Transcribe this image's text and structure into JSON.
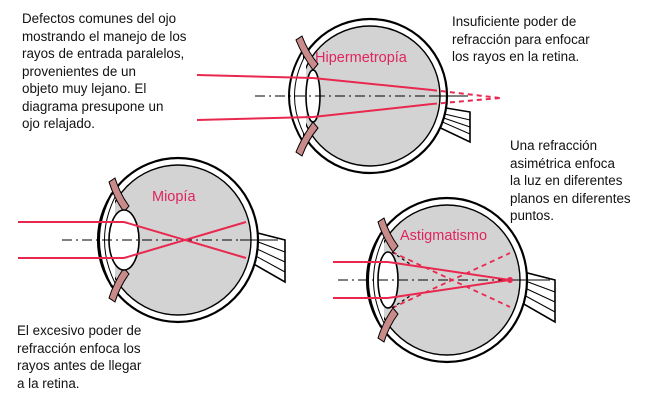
{
  "notes": {
    "intro": "Defectos comunes del ojo\nmostrando el manejo de los\nrayos de entrada paralelos,\nprovenientes de un\nobjeto muy lejano. El\ndiagrama presupone un\nojo relajado.",
    "hyperopia": "Insuficiente poder de\nrefracción para enfocar\nlos rayos en la retina.",
    "astigmatism": "Una refracción\nasimétrica enfoca\nla luz en diferentes\nplanos en diferentes\npuntos.",
    "myopia": "El excesivo poder de\nrefracción enfoca los\nrayos antes de llegar\na la retina."
  },
  "eyes": {
    "hyperopia": {
      "label": "Hipermetropía"
    },
    "myopia": {
      "label": "Miopía"
    },
    "astigmatism": {
      "label": "Astigmatismo"
    }
  },
  "colors": {
    "ray": "#e8284f",
    "label": "#e0245e",
    "sclera_fill": "#d3d3d3",
    "iris": "#c98a8a",
    "lens_fill": "#ffffff",
    "outline": "#000000"
  }
}
